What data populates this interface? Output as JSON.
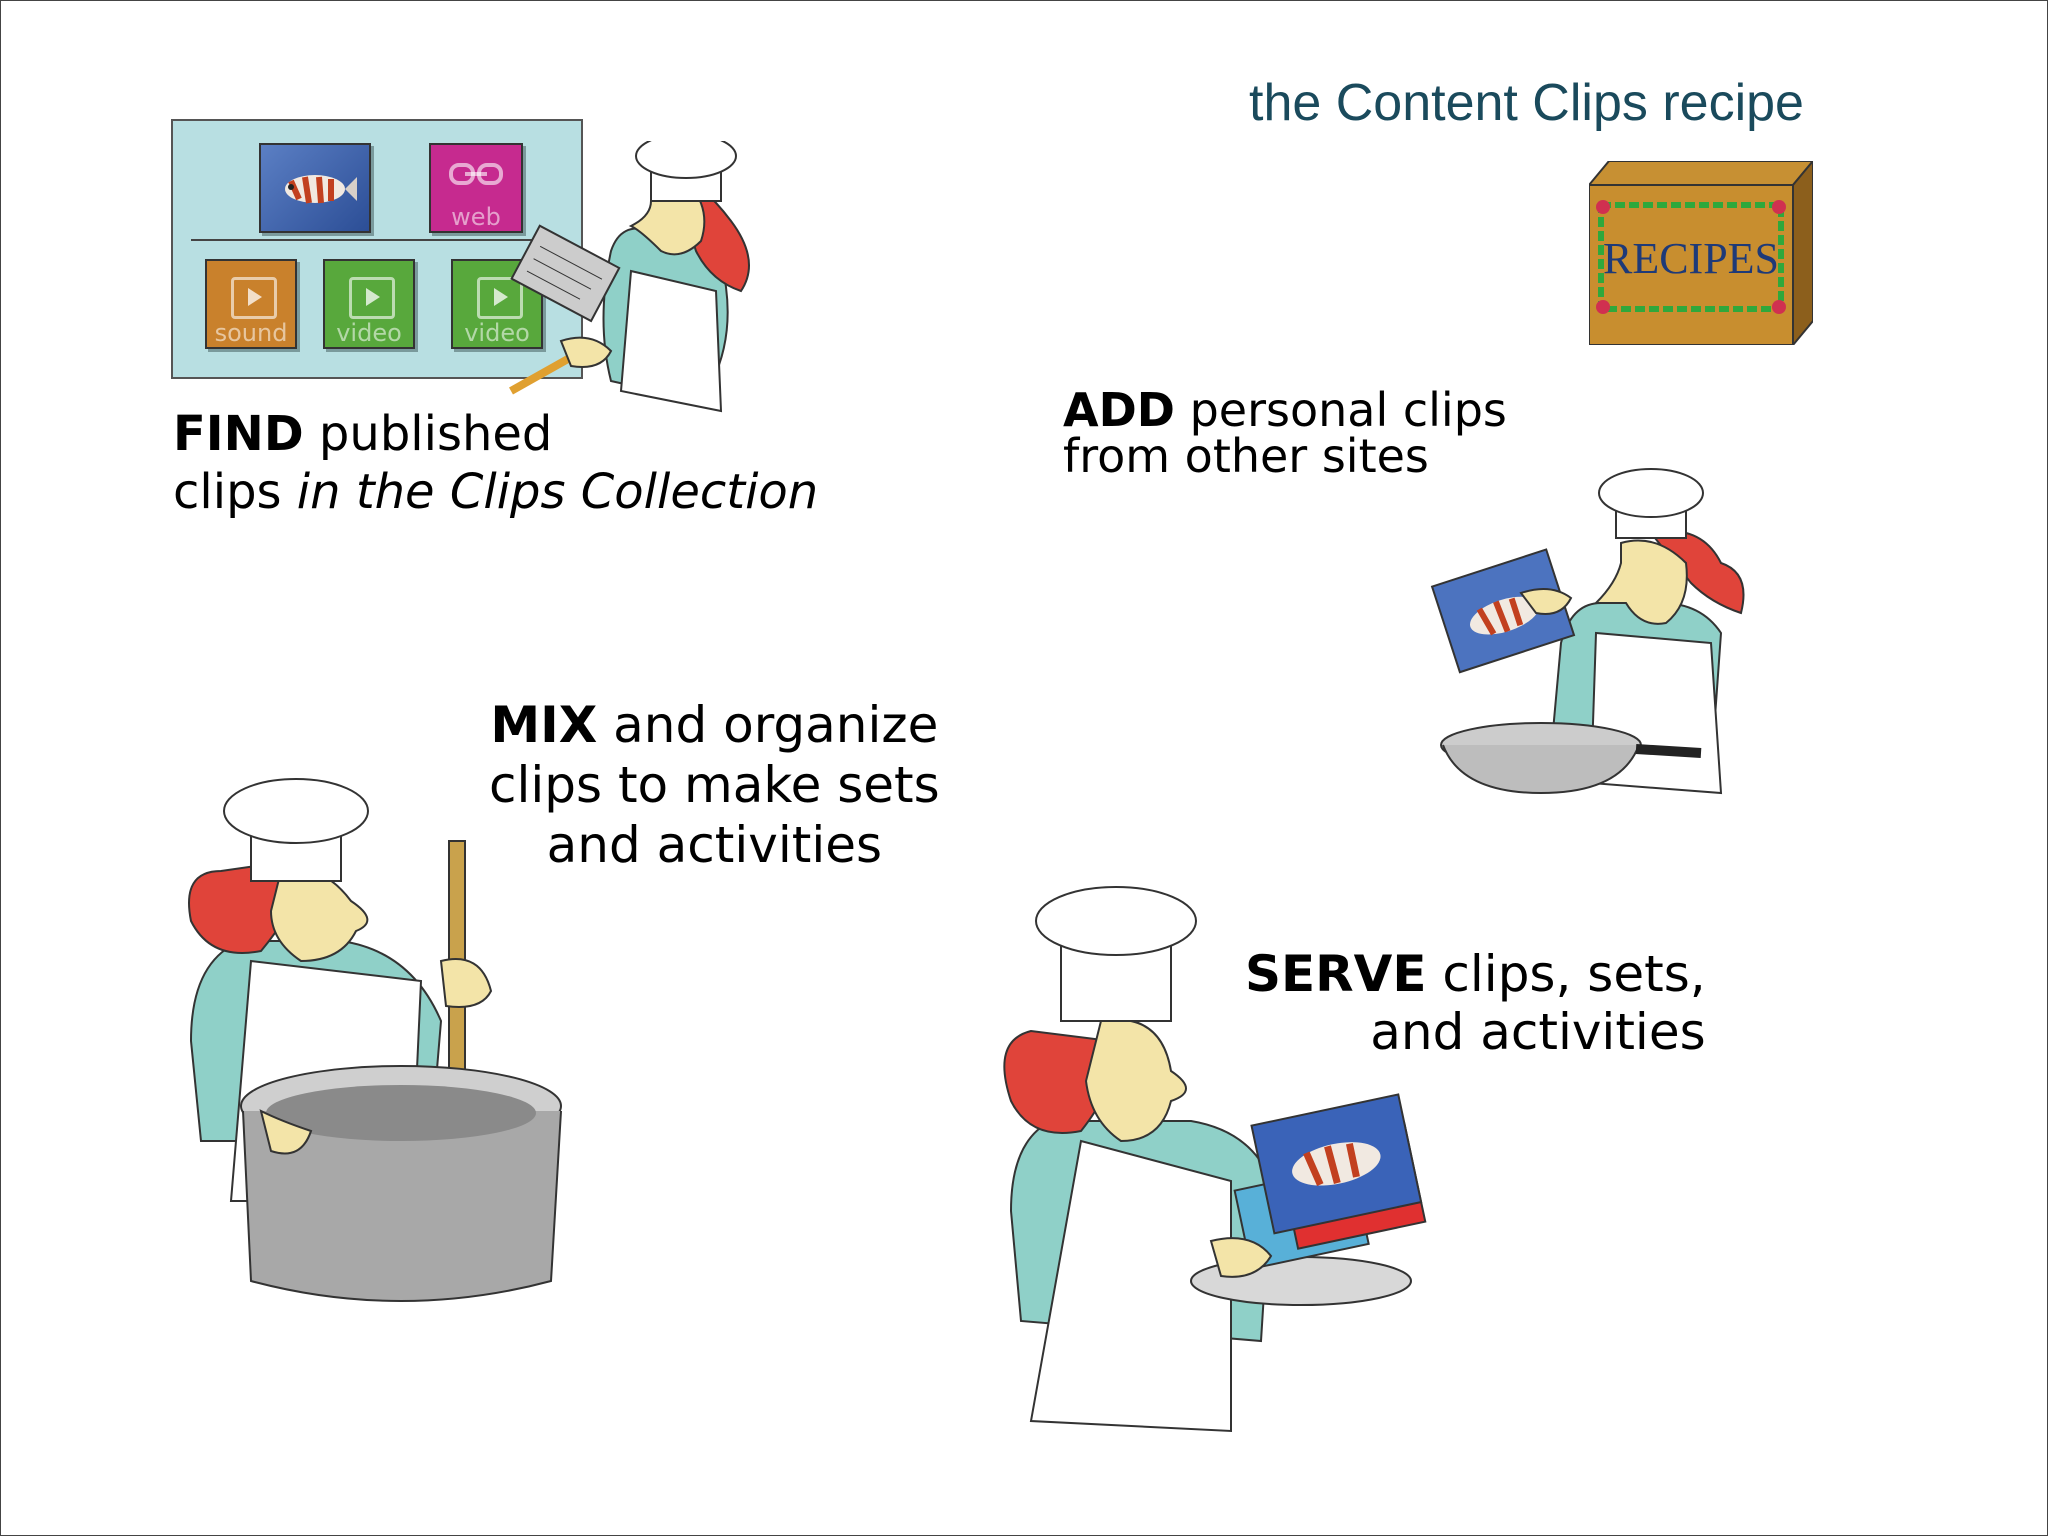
{
  "title": "the Content Clips recipe",
  "steps": {
    "find": {
      "word": "FIND",
      "line1_rest": " published",
      "line2_plain": "clips ",
      "line2_italic": "in the Clips Collection"
    },
    "add": {
      "word": "ADD",
      "line1_rest": "  personal clips",
      "line2": "from other sites"
    },
    "mix": {
      "word": "MIX",
      "line1_rest": " and organize",
      "line2": "clips to make sets",
      "line3": "and activities"
    },
    "serve": {
      "word": "SERVE",
      "line1_rest": " clips, sets,",
      "line2": "and activities"
    }
  },
  "clips_panel": {
    "tiles": [
      {
        "label": "",
        "icon": "fish-image-icon"
      },
      {
        "label": "web",
        "icon": "link-icon"
      },
      {
        "label": "sound",
        "icon": "play-icon"
      },
      {
        "label": "video",
        "icon": "play-icon"
      },
      {
        "label": "video",
        "icon": "play-icon"
      }
    ]
  },
  "recipe_box": {
    "label": "RECIPES"
  },
  "colors": {
    "title": "#1a4a5c",
    "chef_hair": "#e0443a",
    "chef_shirt": "#8fd0c8",
    "skin": "#f3e4a8",
    "pot": "#a8a8a8",
    "panel_bg": "#b8dfe2"
  }
}
